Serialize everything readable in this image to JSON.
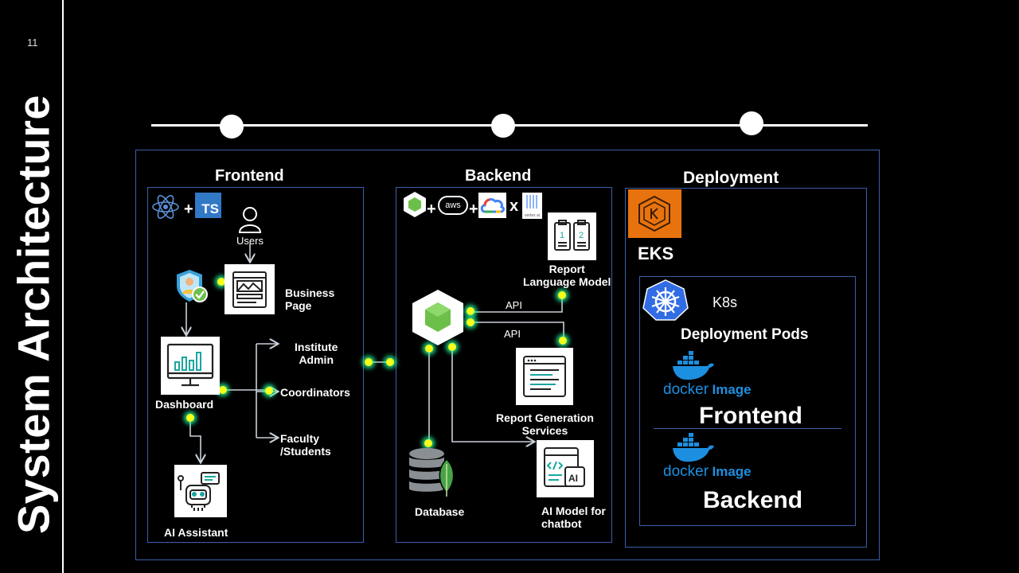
{
  "slide": {
    "number": "11",
    "title": "System Architecture"
  },
  "frontend": {
    "heading": "Frontend",
    "users": "Users",
    "business_page": [
      "Business",
      "Page"
    ],
    "institute_admin": [
      "Institute",
      "Admin"
    ],
    "coordinators": "Coordinators",
    "dashboard": "Dashboard",
    "faculty": [
      "Faculty",
      "/Students"
    ],
    "ai_assistant": "AI Assistant",
    "ts_badge": "TS"
  },
  "backend": {
    "heading": "Backend",
    "report_lm": [
      "Report",
      "Language Model"
    ],
    "api_1": "API",
    "api_2": "API",
    "report_gen": [
      "Report Generation",
      "Services"
    ],
    "database": "Database",
    "ai_chatbot": [
      "AI Model for",
      "chatbot"
    ],
    "aws_text": "aws",
    "vertex_text": "vertex ai",
    "plus": "+",
    "times": "x"
  },
  "deployment": {
    "heading": "Deployment",
    "eks": "EKS",
    "k8s": "K8s",
    "pods": "Deployment Pods",
    "docker_word": "docker",
    "image_word": "Image",
    "frontend": "Frontend",
    "backend": "Backend"
  },
  "colors": {
    "accent_border": "#3b5fa8",
    "glow": "#f4ff1a",
    "eks_orange": "#e8730e",
    "k8s_blue": "#326ce5",
    "docker_blue": "#1d8fe0"
  },
  "icons": [
    "react-icon",
    "typescript-icon",
    "user-icon",
    "shield-user-icon",
    "browser-page-icon",
    "monitor-chart-icon",
    "robot-icon",
    "nodejs-icon",
    "aws-icon",
    "google-cloud-icon",
    "vertex-ai-icon",
    "report-doc-icon",
    "report-gen-icon",
    "database-icon",
    "mongodb-leaf-icon",
    "ai-code-icon",
    "eks-icon",
    "k8s-helm-icon",
    "docker-whale-icon"
  ]
}
